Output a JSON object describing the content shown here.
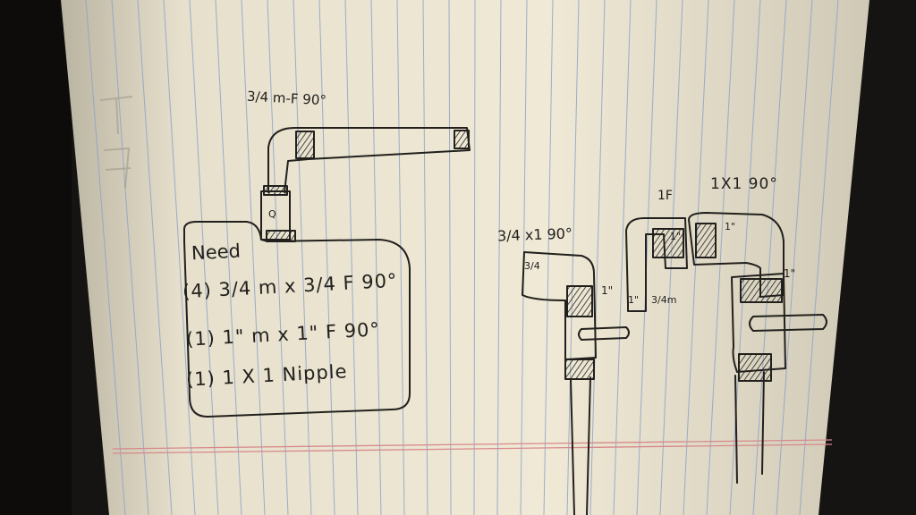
{
  "scene": {
    "description_labels": {
      "top_fitting": "3/4 m-F 90°",
      "top_fitting_mark": "Q",
      "need_title": "Need",
      "need_item_1": "(4) 3/4 m x 3/4 F 90°",
      "need_item_2": "(1) 1\" m x 1\" F 90°",
      "need_item_3": "(1) 1 X 1 Nipple",
      "mid_fitting": "3/4 x1 90°",
      "mid_fitting_size": "3/4",
      "mid_fitting_1in": "1\"",
      "right_1f": "1F",
      "right_elbow": "1X1 90°",
      "right_1in_a": "1\"",
      "right_1in_b": "1\"",
      "right_34m": "3/4m",
      "right_1in_c": "1\"",
      "right_1in_d": "1\""
    }
  },
  "colors": {
    "background": "#161412",
    "paper": "#ece6d2",
    "blue_rules": "#8fa3c7",
    "red_margin": "#d8898a",
    "ink": "#22201d"
  }
}
